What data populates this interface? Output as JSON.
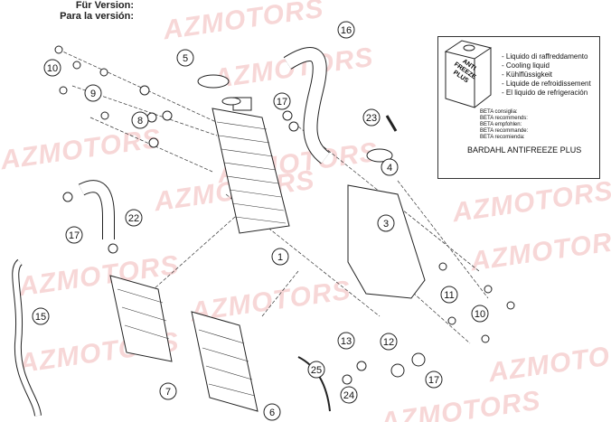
{
  "header": {
    "line1": "Für Version:",
    "line2": "Para la versión:"
  },
  "watermark": "AZMOTORS",
  "legend": {
    "can_label": "ANTI FREEZE PLUS",
    "lines": [
      "- Liquido di raffreddamento",
      "- Cooling liquid",
      "- Kühlflüssigkeit",
      "- Liquide de refroidissement",
      "- El liquido de refrigeración"
    ],
    "beta": [
      "BETA consiglia:",
      "BETA recommends:",
      "BETA empfohlen:",
      "BETA recommande:",
      "BETA recomienda:"
    ],
    "brand": "BARDAHL ANTIFREEZE PLUS"
  },
  "callouts": [
    "5",
    "16",
    "10",
    "9",
    "8",
    "17",
    "23",
    "4",
    "3",
    "17",
    "22",
    "1",
    "15",
    "11",
    "10",
    "7",
    "13",
    "12",
    "17",
    "25",
    "24",
    "6"
  ]
}
